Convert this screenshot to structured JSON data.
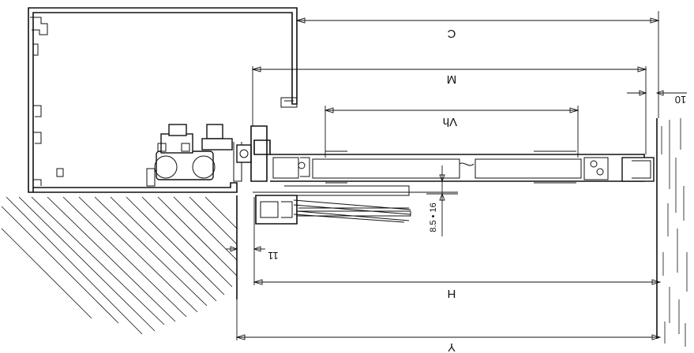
{
  "diagram": {
    "orientation": "rotated-180",
    "dimensions": {
      "C": "C",
      "M": "M",
      "Vh": "Vh",
      "H": "H",
      "Y": "Y",
      "ten": "10",
      "eleven": "11",
      "rise": "8.5 • 16"
    }
  }
}
